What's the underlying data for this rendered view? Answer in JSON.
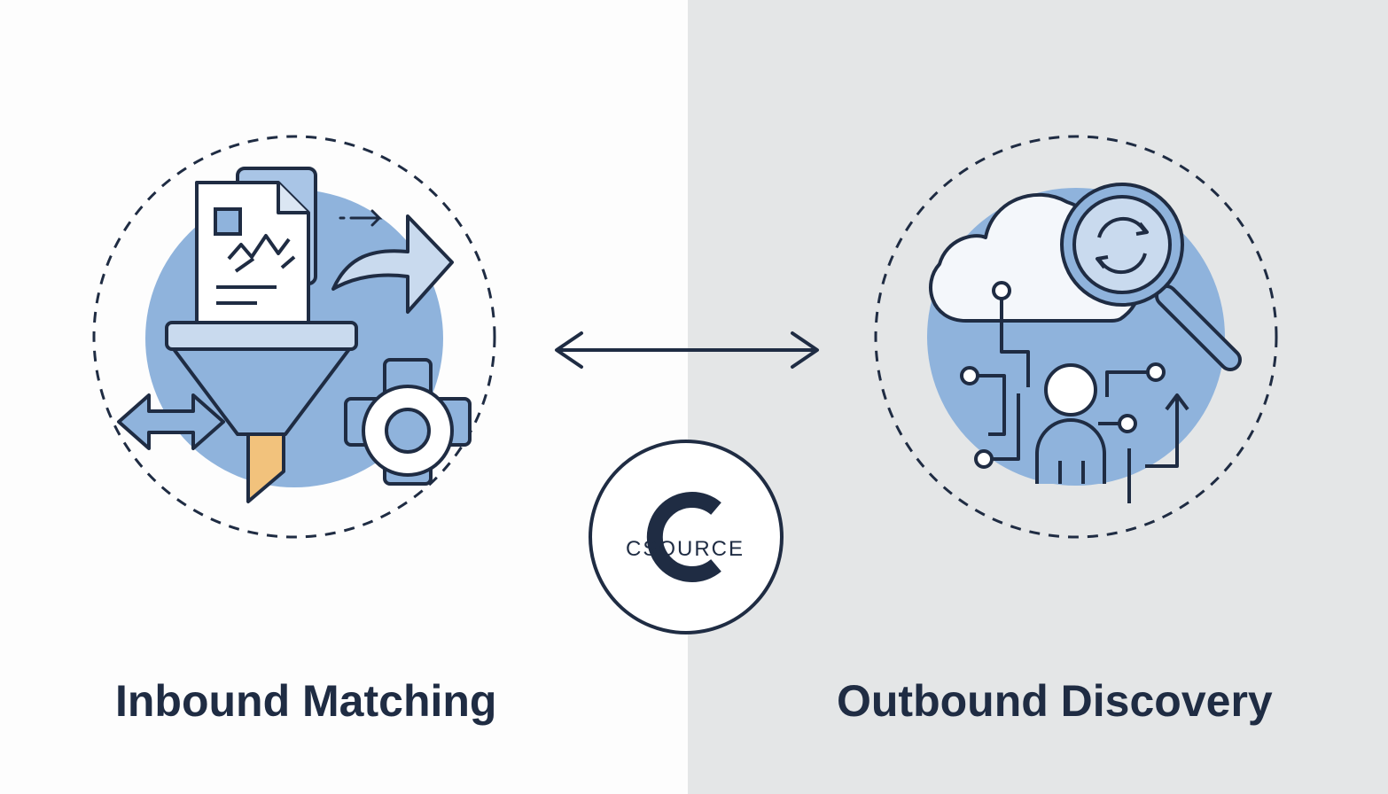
{
  "left": {
    "title": "Inbound Matching"
  },
  "right": {
    "title": "Outbound Discovery"
  },
  "logo": {
    "text": "CSOURCE"
  },
  "colors": {
    "navy": "#1f2c43",
    "blue": "#8fb3dc",
    "light_blue": "#c9daee",
    "orange": "#f2c27c",
    "panel_right_bg": "#e4e6e7"
  }
}
